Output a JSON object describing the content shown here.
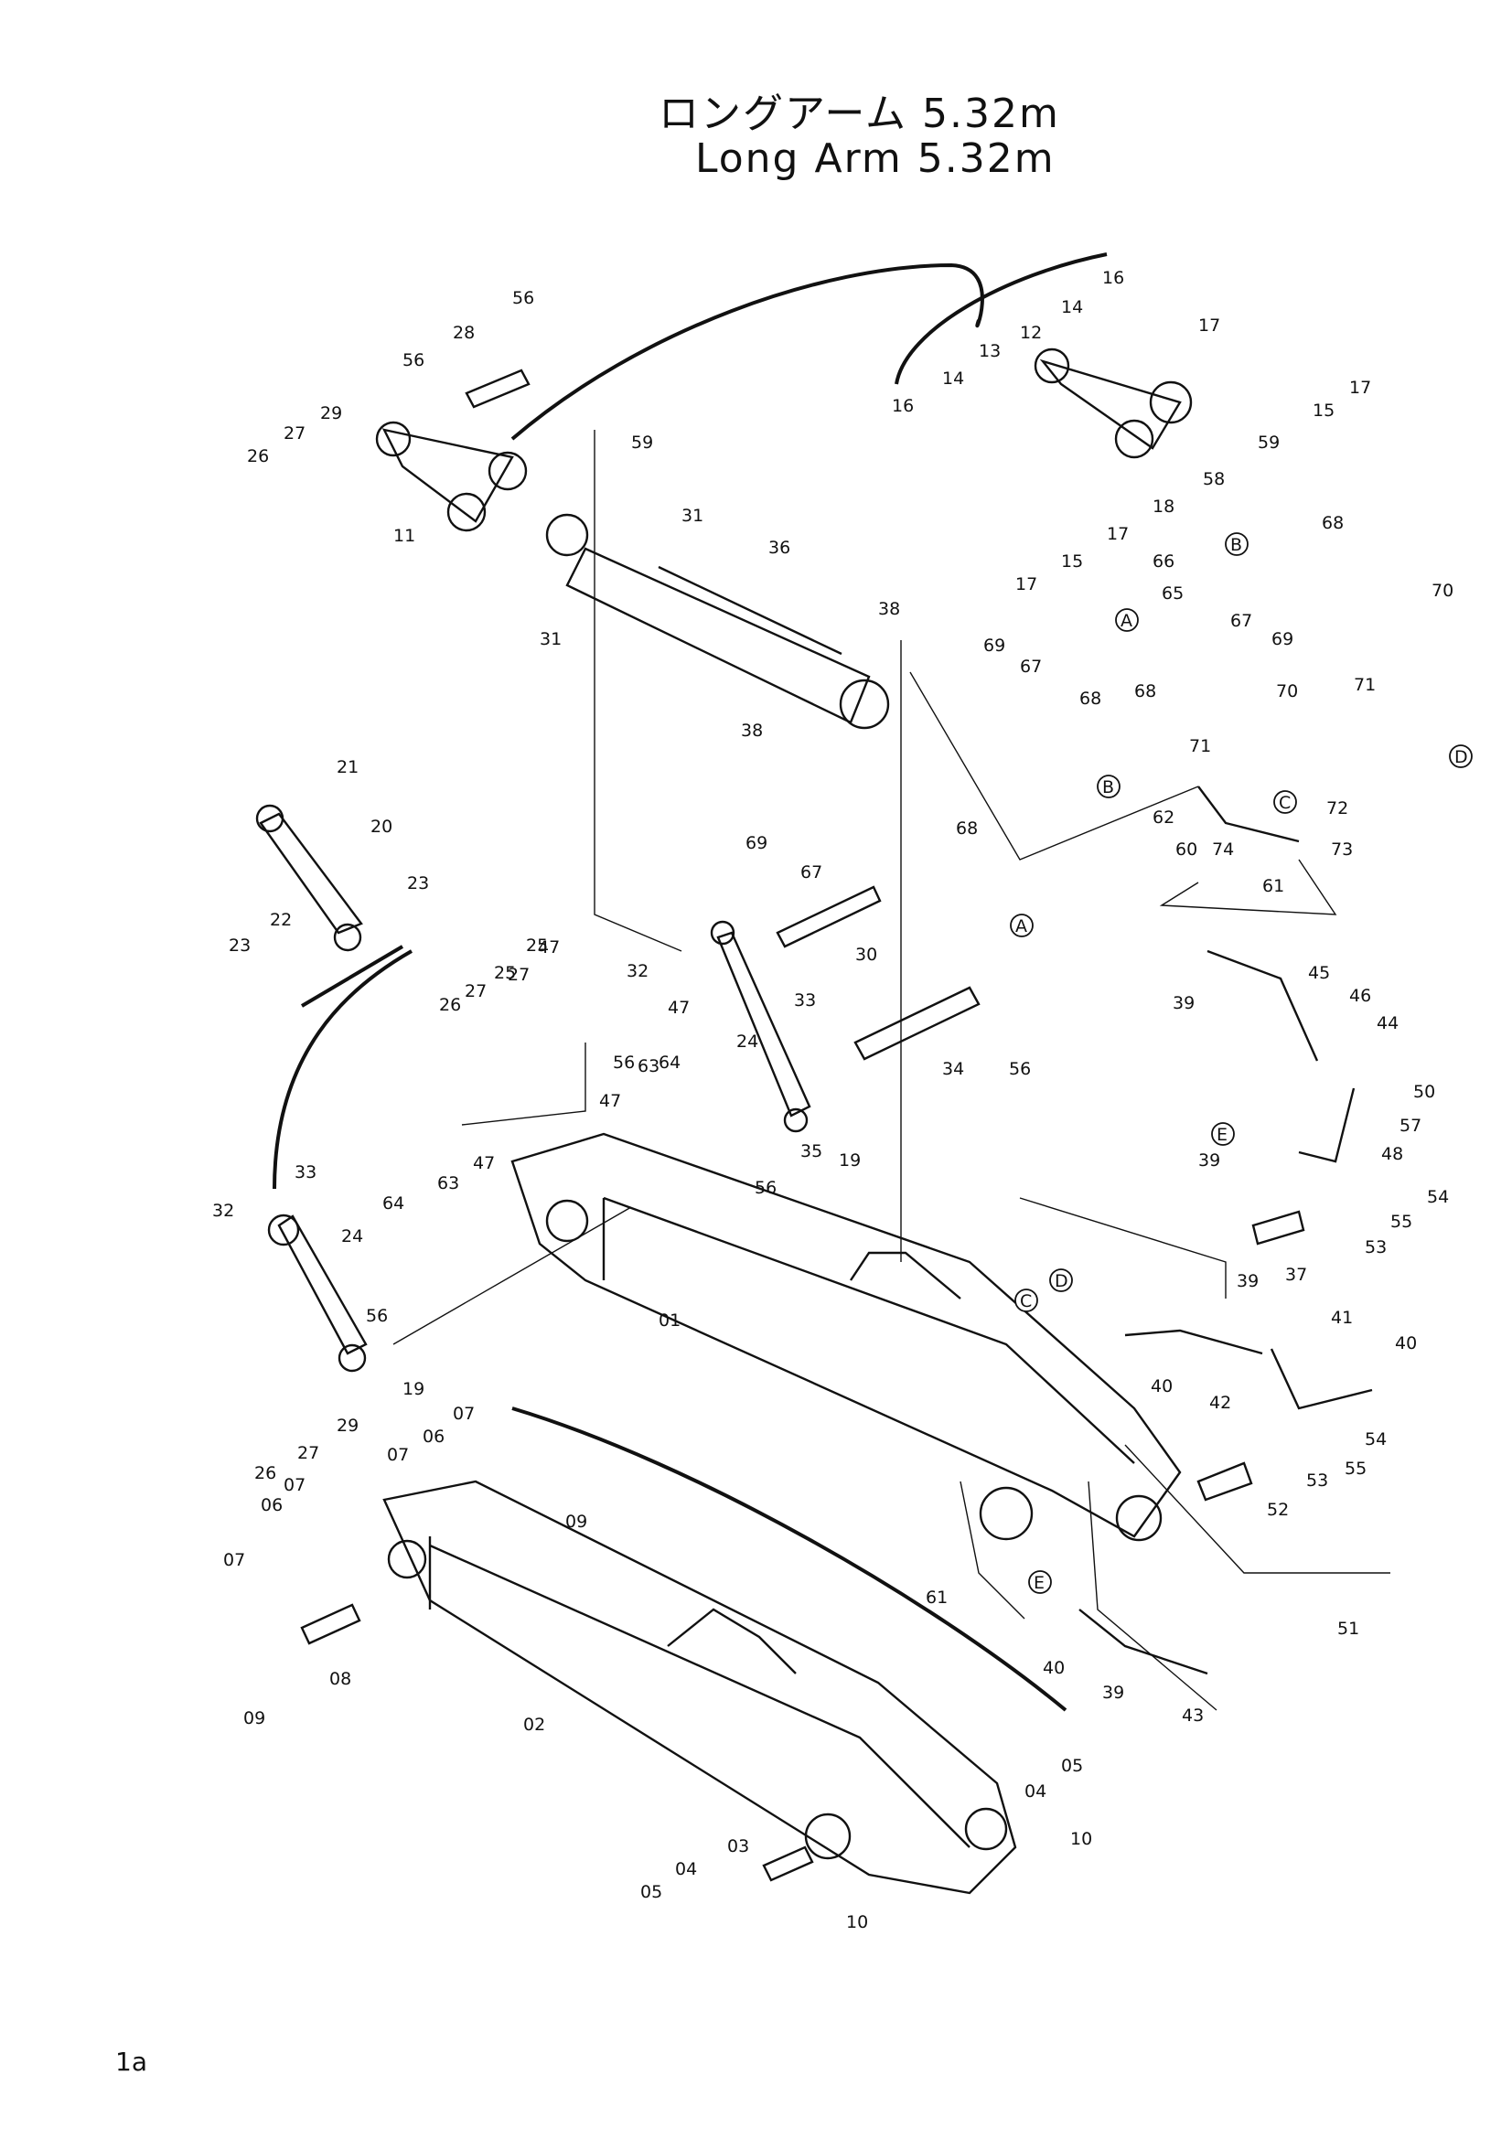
{
  "title": {
    "ja": "ロングアーム 5.32m",
    "en": "Long Arm 5.32m"
  },
  "page_number": "1a",
  "callouts": [
    {
      "id": "c16a",
      "text": "16"
    },
    {
      "id": "c14a",
      "text": "14"
    },
    {
      "id": "c12",
      "text": "12"
    },
    {
      "id": "c17a",
      "text": "17"
    },
    {
      "id": "c13",
      "text": "13"
    },
    {
      "id": "c14b",
      "text": "14"
    },
    {
      "id": "c16b",
      "text": "16"
    },
    {
      "id": "c17b",
      "text": "17"
    },
    {
      "id": "c15a",
      "text": "15"
    },
    {
      "id": "c59a",
      "text": "59"
    },
    {
      "id": "c58",
      "text": "58"
    },
    {
      "id": "c18",
      "text": "18"
    },
    {
      "id": "c17c",
      "text": "17"
    },
    {
      "id": "c15b",
      "text": "15"
    },
    {
      "id": "c17d",
      "text": "17"
    },
    {
      "id": "c56a",
      "text": "56"
    },
    {
      "id": "c28",
      "text": "28"
    },
    {
      "id": "c56b",
      "text": "56"
    },
    {
      "id": "c29a",
      "text": "29"
    },
    {
      "id": "c27a",
      "text": "27"
    },
    {
      "id": "c26a",
      "text": "26"
    },
    {
      "id": "c11",
      "text": "11"
    },
    {
      "id": "c59b",
      "text": "59"
    },
    {
      "id": "c31a",
      "text": "31"
    },
    {
      "id": "c31b",
      "text": "31"
    },
    {
      "id": "c36",
      "text": "36"
    },
    {
      "id": "c38a",
      "text": "38"
    },
    {
      "id": "c38b",
      "text": "38"
    },
    {
      "id": "c69a",
      "text": "69"
    },
    {
      "id": "c67a",
      "text": "67"
    },
    {
      "id": "c68a",
      "text": "68"
    },
    {
      "id": "c66",
      "text": "66"
    },
    {
      "id": "c65",
      "text": "65"
    },
    {
      "id": "c68b",
      "text": "68"
    },
    {
      "id": "c70a",
      "text": "70"
    },
    {
      "id": "c67b",
      "text": "67"
    },
    {
      "id": "c69b",
      "text": "69"
    },
    {
      "id": "c68c",
      "text": "68"
    },
    {
      "id": "c70b",
      "text": "70"
    },
    {
      "id": "c71a",
      "text": "71"
    },
    {
      "id": "c71b",
      "text": "71"
    },
    {
      "id": "c72",
      "text": "72"
    },
    {
      "id": "c62",
      "text": "62"
    },
    {
      "id": "c60",
      "text": "60"
    },
    {
      "id": "c74",
      "text": "74"
    },
    {
      "id": "c73",
      "text": "73"
    },
    {
      "id": "c61a",
      "text": "61"
    },
    {
      "id": "c21",
      "text": "21"
    },
    {
      "id": "c20",
      "text": "20"
    },
    {
      "id": "c23a",
      "text": "23"
    },
    {
      "id": "c22",
      "text": "22"
    },
    {
      "id": "c23b",
      "text": "23"
    },
    {
      "id": "c69c",
      "text": "69"
    },
    {
      "id": "c68d",
      "text": "68"
    },
    {
      "id": "c67c",
      "text": "67"
    },
    {
      "id": "c30",
      "text": "30"
    },
    {
      "id": "c32a",
      "text": "32"
    },
    {
      "id": "c33a",
      "text": "33"
    },
    {
      "id": "c47a",
      "text": "47"
    },
    {
      "id": "c27b",
      "text": "27"
    },
    {
      "id": "c25a",
      "text": "25"
    },
    {
      "id": "c26b",
      "text": "26"
    },
    {
      "id": "c27c",
      "text": "27"
    },
    {
      "id": "c25b",
      "text": "25"
    },
    {
      "id": "c47b",
      "text": "47"
    },
    {
      "id": "c24a",
      "text": "24"
    },
    {
      "id": "c56c",
      "text": "56"
    },
    {
      "id": "c63a",
      "text": "63"
    },
    {
      "id": "c64a",
      "text": "64"
    },
    {
      "id": "c34",
      "text": "34"
    },
    {
      "id": "c56d",
      "text": "56"
    },
    {
      "id": "c47c",
      "text": "47"
    },
    {
      "id": "c35",
      "text": "35"
    },
    {
      "id": "c19a",
      "text": "19"
    },
    {
      "id": "c56e",
      "text": "56"
    },
    {
      "id": "c39a",
      "text": "39"
    },
    {
      "id": "c45",
      "text": "45"
    },
    {
      "id": "c46",
      "text": "46"
    },
    {
      "id": "c44",
      "text": "44"
    },
    {
      "id": "c50",
      "text": "50"
    },
    {
      "id": "c57",
      "text": "57"
    },
    {
      "id": "c39b",
      "text": "39"
    },
    {
      "id": "c48",
      "text": "48"
    },
    {
      "id": "c54a",
      "text": "54"
    },
    {
      "id": "c55a",
      "text": "55"
    },
    {
      "id": "c53a",
      "text": "53"
    },
    {
      "id": "c37",
      "text": "37"
    },
    {
      "id": "c33b",
      "text": "33"
    },
    {
      "id": "c32b",
      "text": "32"
    },
    {
      "id": "c64b",
      "text": "64"
    },
    {
      "id": "c63b",
      "text": "63"
    },
    {
      "id": "c47d",
      "text": "47"
    },
    {
      "id": "c24b",
      "text": "24"
    },
    {
      "id": "c56f",
      "text": "56"
    },
    {
      "id": "c01",
      "text": "01"
    },
    {
      "id": "c39c",
      "text": "39"
    },
    {
      "id": "c41",
      "text": "41"
    },
    {
      "id": "c40a",
      "text": "40"
    },
    {
      "id": "c40b",
      "text": "40"
    },
    {
      "id": "c42",
      "text": "42"
    },
    {
      "id": "c19b",
      "text": "19"
    },
    {
      "id": "c29b",
      "text": "29"
    },
    {
      "id": "c27d",
      "text": "27"
    },
    {
      "id": "c26c",
      "text": "26"
    },
    {
      "id": "c07a",
      "text": "07"
    },
    {
      "id": "c06a",
      "text": "06"
    },
    {
      "id": "c07b",
      "text": "07"
    },
    {
      "id": "c09a",
      "text": "09"
    },
    {
      "id": "c54b",
      "text": "54"
    },
    {
      "id": "c55b",
      "text": "55"
    },
    {
      "id": "c53b",
      "text": "53"
    },
    {
      "id": "c52",
      "text": "52"
    },
    {
      "id": "c06b",
      "text": "06"
    },
    {
      "id": "c07c",
      "text": "07"
    },
    {
      "id": "c07d",
      "text": "07"
    },
    {
      "id": "c61b",
      "text": "61"
    },
    {
      "id": "c51",
      "text": "51"
    },
    {
      "id": "c40c",
      "text": "40"
    },
    {
      "id": "c39d",
      "text": "39"
    },
    {
      "id": "c43",
      "text": "43"
    },
    {
      "id": "c08",
      "text": "08"
    },
    {
      "id": "c09b",
      "text": "09"
    },
    {
      "id": "c02",
      "text": "02"
    },
    {
      "id": "c05a",
      "text": "05"
    },
    {
      "id": "c04a",
      "text": "04"
    },
    {
      "id": "c10a",
      "text": "10"
    },
    {
      "id": "c03",
      "text": "03"
    },
    {
      "id": "c04b",
      "text": "04"
    },
    {
      "id": "c05b",
      "text": "05"
    },
    {
      "id": "c10b",
      "text": "10"
    }
  ],
  "connectors": [
    {
      "id": "kA1",
      "text": "A"
    },
    {
      "id": "kA2",
      "text": "A"
    },
    {
      "id": "kB1",
      "text": "B"
    },
    {
      "id": "kB2",
      "text": "B"
    },
    {
      "id": "kC1",
      "text": "C"
    },
    {
      "id": "kC2",
      "text": "C"
    },
    {
      "id": "kD1",
      "text": "D"
    },
    {
      "id": "kD2",
      "text": "D"
    },
    {
      "id": "kE1",
      "text": "E"
    },
    {
      "id": "kE2",
      "text": "E"
    }
  ]
}
